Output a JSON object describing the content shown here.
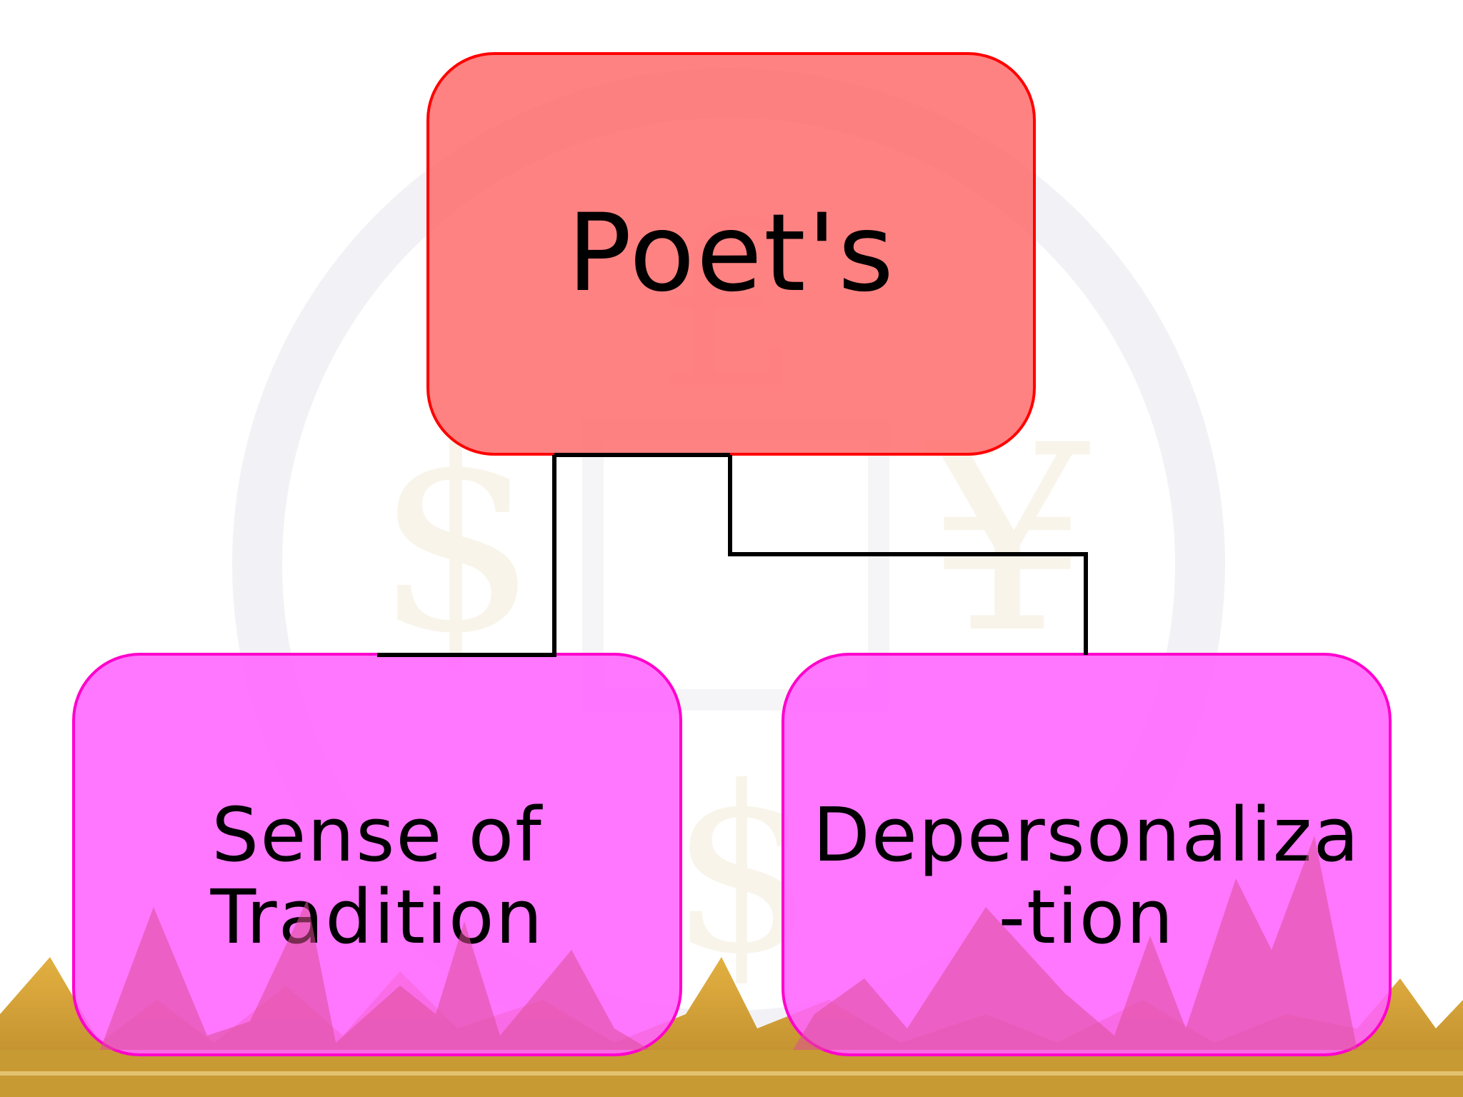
{
  "diagram": {
    "root": {
      "label": "Poet's"
    },
    "children": [
      {
        "label": "Sense of\nTradition"
      },
      {
        "label": "Depersonaliza\n-tion"
      }
    ]
  },
  "colors": {
    "root_fill": "#ff7b7b",
    "root_border": "#ff0000",
    "child_fill": "#ff7cff",
    "child_border": "#ff00cc",
    "connector": "#000000",
    "ground_gold": "#d9a638",
    "mountain_pink": "#e0559b"
  }
}
